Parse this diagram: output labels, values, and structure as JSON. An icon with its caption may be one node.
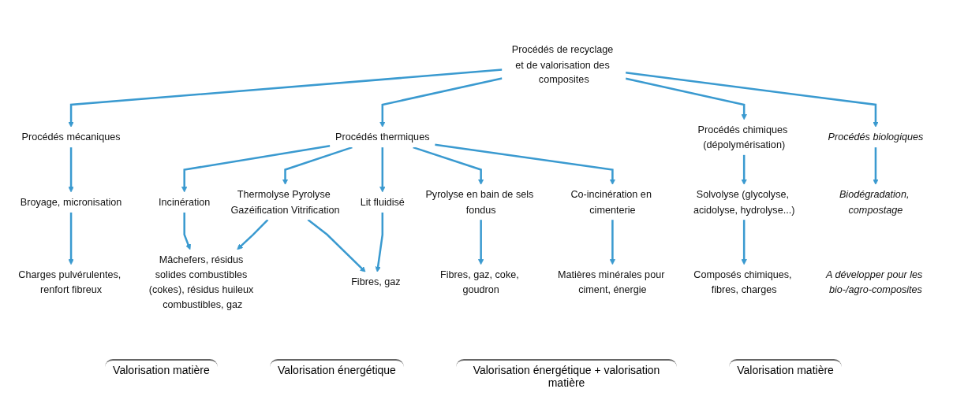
{
  "diagram": {
    "nodes": [
      {
        "text": [
          "Procédés de recyclage et de valorisation des composites"
        ]
      },
      {
        "text": [
          "Procédés mécaniques"
        ]
      },
      {
        "text": [
          "Procédés thermiques"
        ]
      },
      {
        "text": [
          "Procédés chimiques (dépolymérisation)"
        ]
      },
      {
        "text": [
          "Procédés biologiques"
        ]
      },
      {
        "text": [
          "Broyage, micronisation"
        ]
      },
      {
        "text": [
          "Incinération"
        ]
      },
      {
        "text": [
          "Thermolyse Pyrolyse Gazéification Vitrification"
        ]
      },
      {
        "text": [
          "Lit fluidisé"
        ]
      },
      {
        "text": [
          "Pyrolyse en bain de sels fondus"
        ]
      },
      {
        "text": [
          "Co-incinération en cimenterie"
        ]
      },
      {
        "text": [
          "Solvolyse (glycolyse, acidolyse, hydrolyse...)"
        ]
      },
      {
        "text": [
          "Biodégradation, compostage"
        ]
      },
      {
        "text": [
          "Charges pulvérulentes, renfort fibreux"
        ]
      },
      {
        "text": [
          "Mâchefers, résidus solides combustibles (cokes), résidus huileux combustibles, gaz"
        ]
      },
      {
        "text": [
          "Fibres, gaz"
        ]
      },
      {
        "text": [
          "Fibres, gaz, coke, goudron"
        ]
      },
      {
        "text": [
          "Matières minérales pour ciment, énergie"
        ]
      },
      {
        "text": [
          "Composés chimiques, fibres, charges"
        ]
      },
      {
        "text": [
          "A développer pour les bio-/agro-composites"
        ]
      }
    ],
    "edges": [
      {
        "from": 0,
        "to": 1,
        "arrow": "to"
      },
      {
        "from": 0,
        "to": 2,
        "arrow": "to"
      },
      {
        "from": 0,
        "to": 3,
        "arrow": "to"
      },
      {
        "from": 0,
        "to": 4,
        "arrow": "to"
      },
      {
        "from": 1,
        "to": 5,
        "arrow": "to"
      },
      {
        "from": 2,
        "to": 6,
        "arrow": "to"
      },
      {
        "from": 2,
        "to": 7,
        "arrow": "to"
      },
      {
        "from": 2,
        "to": 8,
        "arrow": "to"
      },
      {
        "from": 2,
        "to": 9,
        "arrow": "to"
      },
      {
        "from": 2,
        "to": 10,
        "arrow": "to"
      },
      {
        "from": 3,
        "to": 11,
        "arrow": "to"
      },
      {
        "from": 4,
        "to": 12,
        "arrow": "to"
      },
      {
        "from": 5,
        "to": 13,
        "arrow": "to"
      },
      {
        "from": 6,
        "to": 14,
        "arrow": "to"
      },
      {
        "from": 7,
        "to": 14,
        "arrow": "to"
      },
      {
        "from": 7,
        "to": 15,
        "arrow": "to"
      },
      {
        "from": 8,
        "to": 15,
        "arrow": "to"
      },
      {
        "from": 9,
        "to": 16,
        "arrow": "to"
      },
      {
        "from": 10,
        "to": 17,
        "arrow": "to"
      },
      {
        "from": 11,
        "to": 18,
        "arrow": "to"
      }
    ],
    "labels": [
      "Valorisation matière",
      "Valorisation énergétique",
      "Valorisation énergétique + valorisation matière",
      "Valorisation matière"
    ]
  }
}
